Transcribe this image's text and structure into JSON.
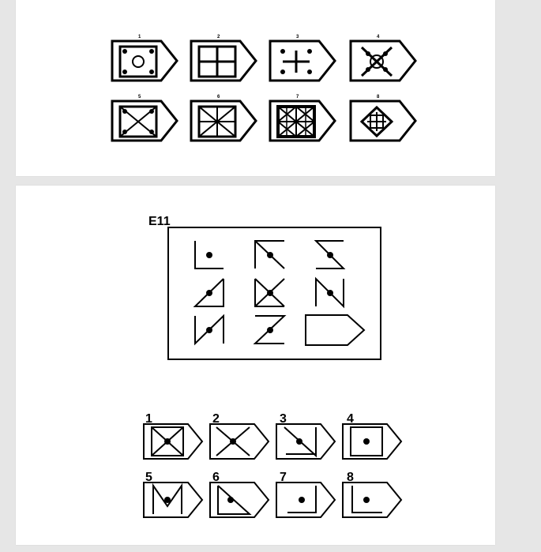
{
  "page1": {
    "option_labels": [
      "1",
      "2",
      "3",
      "4",
      "5",
      "6",
      "7",
      "8"
    ]
  },
  "page2": {
    "problem_label": "E11",
    "option_labels": [
      "1",
      "2",
      "3",
      "4",
      "5",
      "6",
      "7",
      "8"
    ]
  }
}
